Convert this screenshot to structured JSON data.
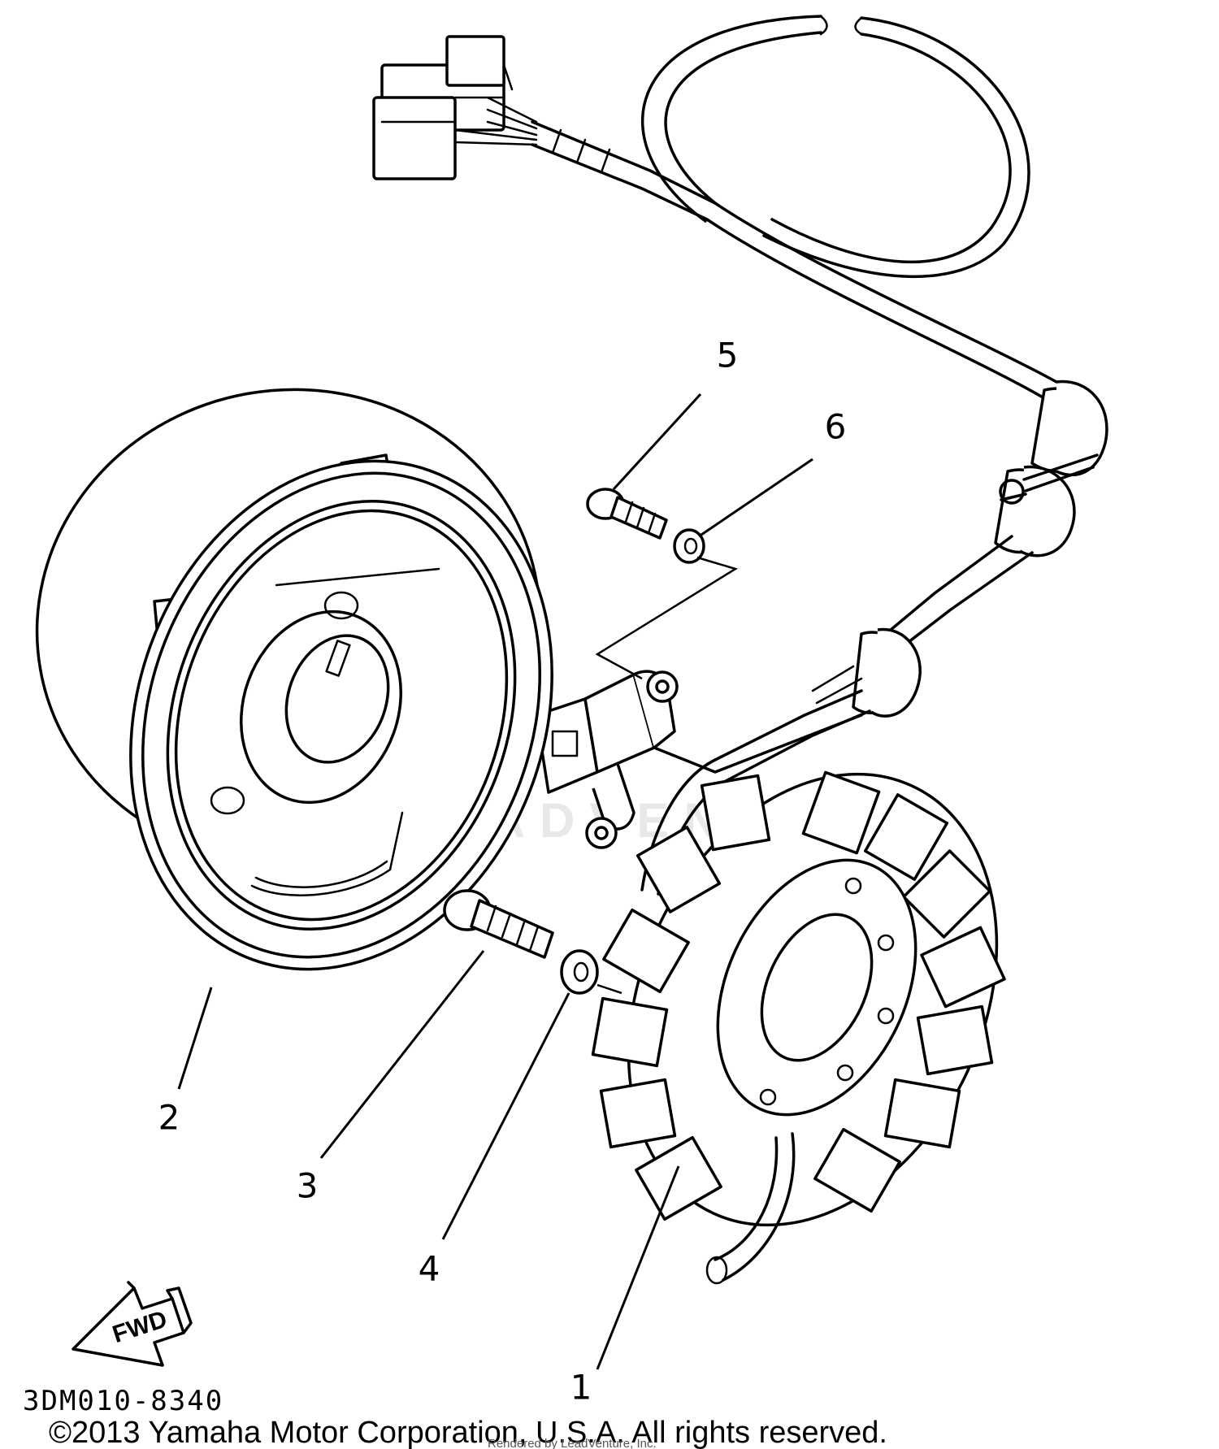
{
  "diagram": {
    "watermark": "LEADVENTURE",
    "parts": [
      {
        "number": "1"
      },
      {
        "number": "2"
      },
      {
        "number": "3"
      },
      {
        "number": "4"
      },
      {
        "number": "5"
      },
      {
        "number": "6"
      }
    ],
    "fwd_label": "FWD",
    "reference_code": "3DM010-8340",
    "copyright": "©2013 Yamaha Motor Corporation, U.S.A. All rights reserved.",
    "render_note": "Rendered by LeadVenture, Inc."
  }
}
